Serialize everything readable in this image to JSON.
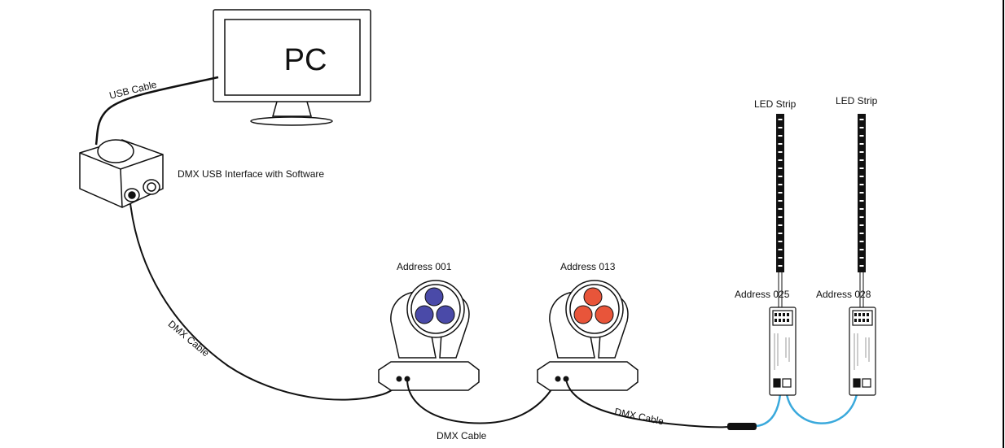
{
  "labels": {
    "pc": "PC",
    "usb_cable": "USB Cable",
    "interface": "DMX USB Interface with Software",
    "dmx_cable": "DMX Cable",
    "address_1": "Address 001",
    "address_2": "Address 013",
    "address_3": "Address 025",
    "address_4": "Address 028",
    "led_strip": "LED Strip"
  },
  "colors": {
    "lens_blue": "#4a4aa8",
    "lens_red": "#e8553a",
    "link_cable": "#3aa9dc",
    "line": "#111111"
  },
  "icons": {
    "pc": "monitor-icon",
    "interface": "dmx-usb-interface-icon",
    "fixture": "moving-head-light-icon",
    "decoder": "led-decoder-icon",
    "strip": "led-strip-icon"
  }
}
